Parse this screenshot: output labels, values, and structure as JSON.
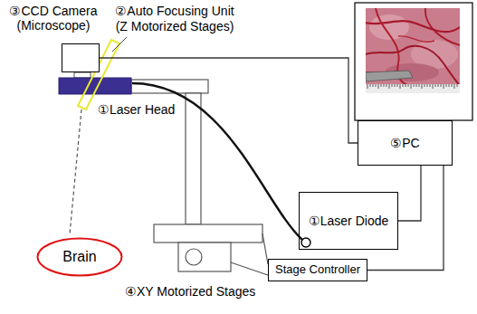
{
  "diagram": {
    "nodes": [
      {
        "text": [
          "③CCD Camera (Microscope)"
        ]
      },
      {
        "text": [
          "⑤PC"
        ]
      },
      {
        "text": [
          "①Laser Diode"
        ]
      },
      {
        "text": [
          "Brain"
        ]
      },
      {
        "text": [
          "Stage Controller"
        ]
      }
    ],
    "edges": [
      {
        "from": 0,
        "to": 1,
        "arrow": "none"
      },
      {
        "from": 2,
        "to": 1,
        "arrow": "none"
      },
      {
        "from": 4,
        "to": 1,
        "arrow": "none"
      }
    ],
    "labels": [
      "②Auto Focusing Unit (Z Motorized Stages)",
      "①Laser Head",
      "④XY Motorized Stages"
    ]
  }
}
